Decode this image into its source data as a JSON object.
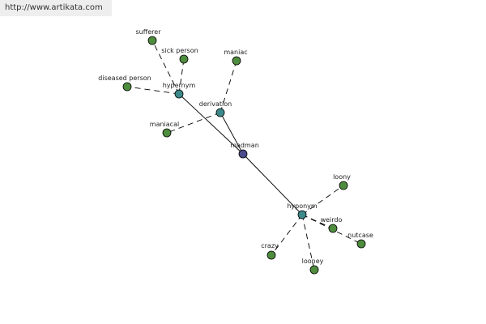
{
  "watermark": {
    "url": "http://www.artikata.com"
  },
  "colors": {
    "center": "#4a4a8c",
    "relation": "#3e8a8a",
    "term": "#4e8c3e",
    "watermark_bg": "#eeeeee"
  },
  "graph": {
    "nodes": [
      {
        "id": "madman",
        "label": "madman",
        "kind": "center"
      },
      {
        "id": "hypernym",
        "label": "hypernym",
        "kind": "relation"
      },
      {
        "id": "derivation",
        "label": "derivation",
        "kind": "relation"
      },
      {
        "id": "hyponym",
        "label": "hyponym",
        "kind": "relation"
      },
      {
        "id": "sufferer",
        "label": "sufferer",
        "kind": "term"
      },
      {
        "id": "sick-person",
        "label": "sick person",
        "kind": "term"
      },
      {
        "id": "diseased-person",
        "label": "diseased person",
        "kind": "term"
      },
      {
        "id": "maniac",
        "label": "maniac",
        "kind": "term"
      },
      {
        "id": "maniacal",
        "label": "maniacal",
        "kind": "term"
      },
      {
        "id": "loony",
        "label": "loony",
        "kind": "term"
      },
      {
        "id": "weirdo",
        "label": "weirdo",
        "kind": "term"
      },
      {
        "id": "nutcase",
        "label": "nutcase",
        "kind": "term"
      },
      {
        "id": "crazy",
        "label": "crazy",
        "kind": "term"
      },
      {
        "id": "looney",
        "label": "looney",
        "kind": "term"
      }
    ],
    "edges": [
      {
        "from": "madman",
        "to": "hypernym",
        "style": "solid"
      },
      {
        "from": "madman",
        "to": "derivation",
        "style": "solid"
      },
      {
        "from": "madman",
        "to": "hyponym",
        "style": "solid"
      },
      {
        "from": "hypernym",
        "to": "sufferer",
        "style": "dashed"
      },
      {
        "from": "hypernym",
        "to": "sick-person",
        "style": "dashed"
      },
      {
        "from": "hypernym",
        "to": "diseased-person",
        "style": "dashed"
      },
      {
        "from": "derivation",
        "to": "maniac",
        "style": "dashed"
      },
      {
        "from": "derivation",
        "to": "maniacal",
        "style": "dashed"
      },
      {
        "from": "hyponym",
        "to": "loony",
        "style": "dashed"
      },
      {
        "from": "hyponym",
        "to": "weirdo",
        "style": "dashed"
      },
      {
        "from": "hyponym",
        "to": "nutcase",
        "style": "dashed"
      },
      {
        "from": "hyponym",
        "to": "crazy",
        "style": "dashed"
      },
      {
        "from": "hyponym",
        "to": "looney",
        "style": "dashed"
      }
    ]
  }
}
